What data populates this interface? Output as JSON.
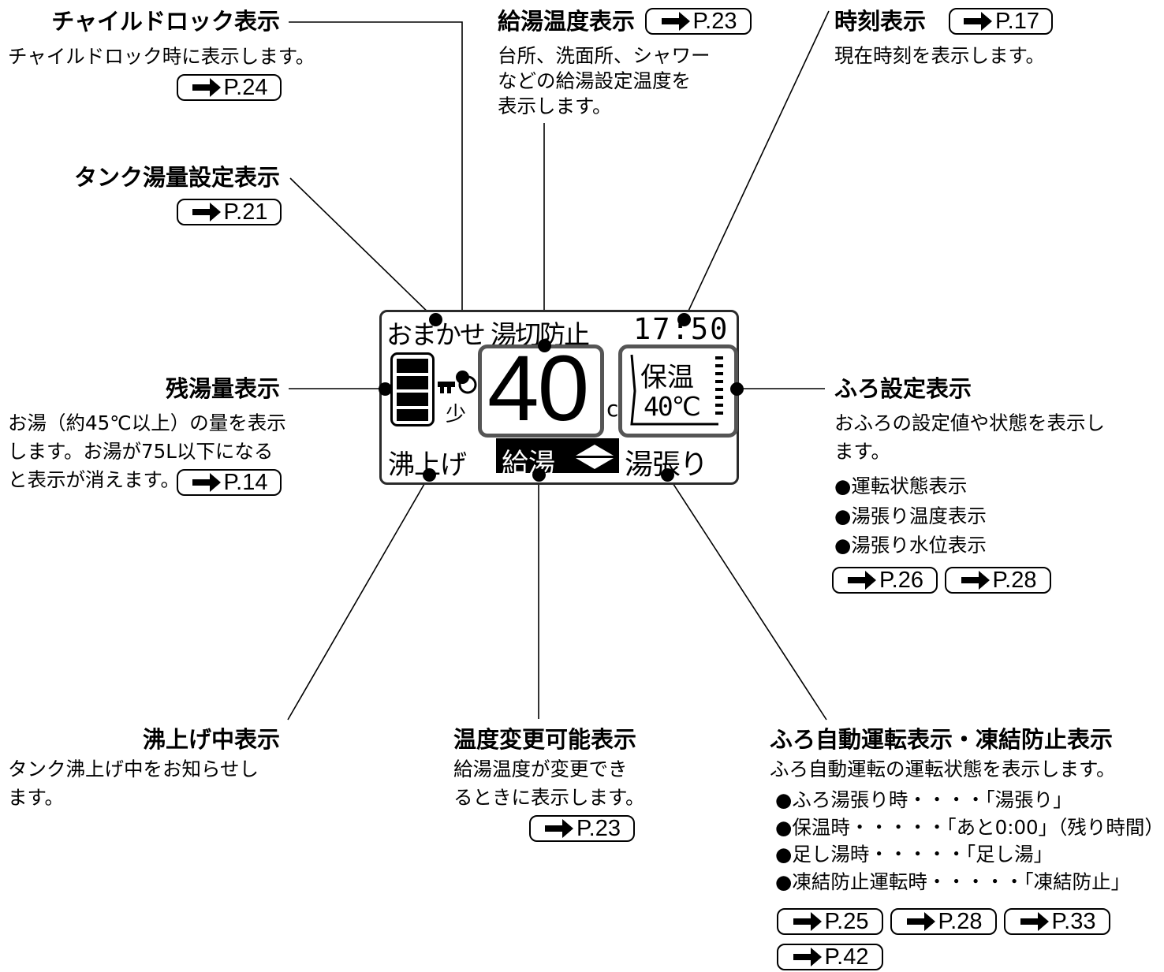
{
  "callouts": {
    "child_lock": {
      "title": "チャイルドロック表示",
      "desc": "チャイルドロック時に表示します。",
      "refs": [
        "P.24"
      ]
    },
    "hot_water_temp": {
      "title": "給湯温度表示",
      "desc": [
        "台所、洗面所、シャワー",
        "などの給湯設定温度を",
        "表示します。"
      ],
      "refs": [
        "P.23"
      ]
    },
    "clock": {
      "title": "時刻表示",
      "desc": "現在時刻を表示します。",
      "refs": [
        "P.17"
      ]
    },
    "tank_setting": {
      "title": "タンク湯量設定表示",
      "refs": [
        "P.21"
      ]
    },
    "remaining": {
      "title": "残湯量表示",
      "desc": [
        "お湯（約45℃以上）の量を表示",
        "します。お湯が75L以下になる",
        "と表示が消えます。"
      ],
      "refs": [
        "P.14"
      ]
    },
    "bath_setting": {
      "title": "ふろ設定表示",
      "desc": [
        "おふろの設定値や状態を表示し",
        "ます。"
      ],
      "bullets": [
        "●運転状態表示",
        "●湯張り温度表示",
        "●湯張り水位表示"
      ],
      "refs": [
        "P.26",
        "P.28"
      ]
    },
    "heating": {
      "title": "沸上げ中表示",
      "desc": [
        "タンク沸上げ中をお知らせし",
        "ます。"
      ]
    },
    "temp_changeable": {
      "title": "温度変更可能表示",
      "desc": [
        "給湯温度が変更でき",
        "るときに表示します。"
      ],
      "refs": [
        "P.23"
      ]
    },
    "bath_auto": {
      "title": "ふろ自動運転表示・凍結防止表示",
      "desc": "ふろ自動運転の運転状態を表示します。",
      "bullets": [
        "●ふろ湯張り時・・・・「湯張り」",
        "●保温時・・・・・「あと0:00」（残り時間）",
        "●足し湯時・・・・・「足し湯」",
        "●凍結防止運転時・・・・・「凍結防止」"
      ],
      "refs": [
        "P.25",
        "P.28",
        "P.33",
        "P.42"
      ]
    }
  },
  "panel": {
    "top_left": "おまかせ",
    "top_mid": "湯切防止",
    "clock": "17:50",
    "temp": "40",
    "unit": "c",
    "small_label": "少",
    "bath_mode": "保温",
    "bath_temp": "40℃",
    "heating_label": "沸上げ",
    "supply_label": "給湯",
    "fill_label": "湯張り"
  }
}
